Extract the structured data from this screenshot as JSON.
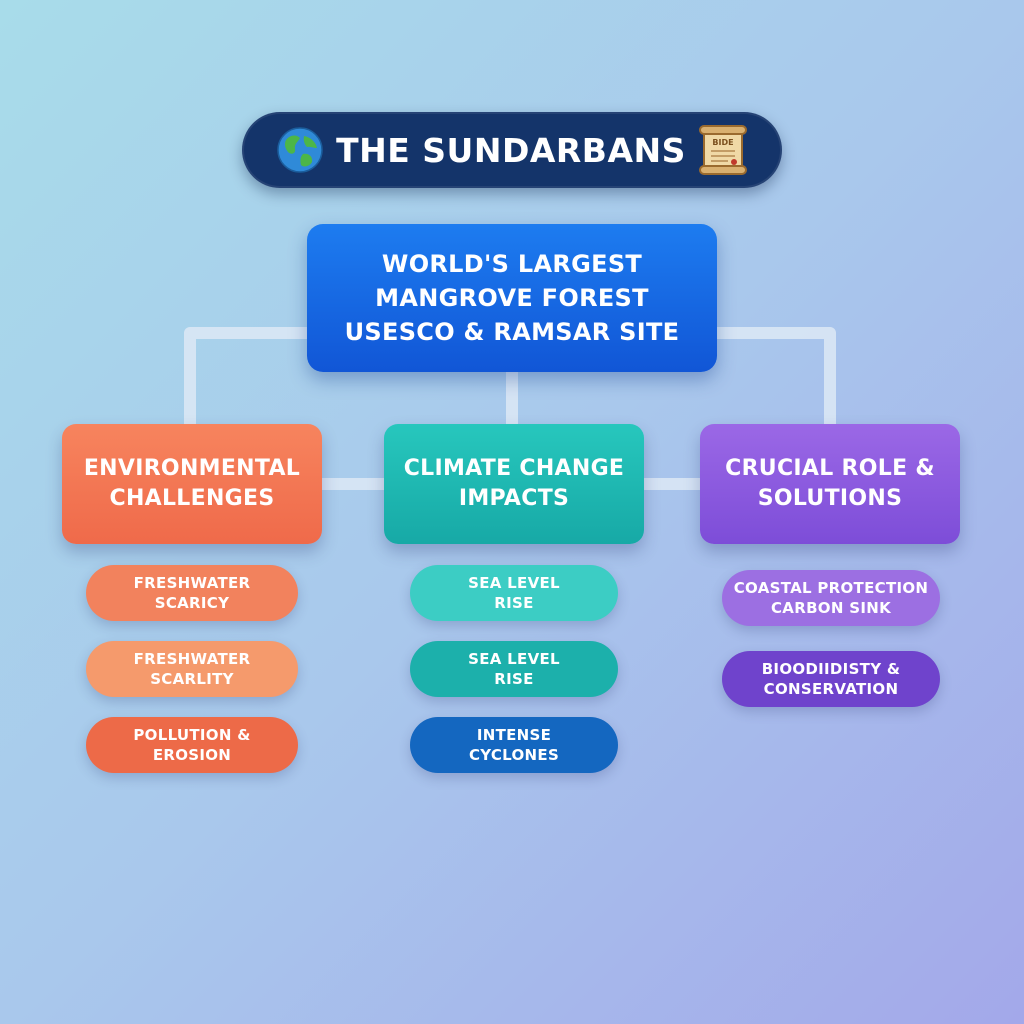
{
  "title": {
    "text": "THE SUNDARBANS",
    "scroll_label": "BIDE"
  },
  "root": {
    "lines": [
      "WORLD'S LARGEST",
      "MANGROVE FOREST",
      "USESCO & RAMSAR SITE"
    ]
  },
  "categories": [
    {
      "title_lines": [
        "ENVIRONMENTAL",
        "CHALLENGES"
      ],
      "items": [
        [
          "FRESHWATER",
          "SCARICY"
        ],
        [
          "FRESHWATER",
          "SCARLITY"
        ],
        [
          "POLLUTION &",
          "EROSION"
        ]
      ]
    },
    {
      "title_lines": [
        "CLIMATE CHANGE",
        "IMPACTS"
      ],
      "items": [
        [
          "SEA LEVEL",
          "RISE"
        ],
        [
          "SEA LEVEL",
          "RISE"
        ],
        [
          "INTENSE",
          "CYCLONES"
        ]
      ]
    },
    {
      "title_lines": [
        "CRUCIAL ROLE &",
        "SOLUTIONS"
      ],
      "items": [
        [
          "COASTAL PROTECTION",
          "CARBON SINK"
        ],
        [
          "BIOODIIDISTY &",
          "CONSERVATION"
        ]
      ]
    }
  ],
  "colors": {
    "title_bg": "#14346a",
    "root": "#1a6ee6",
    "environmental": "#f27a55",
    "climate": "#20b8b2",
    "role": "#8a5adf",
    "connector": "#dde9f6"
  },
  "icons": {
    "left": "globe-icon",
    "right": "scroll-icon"
  }
}
